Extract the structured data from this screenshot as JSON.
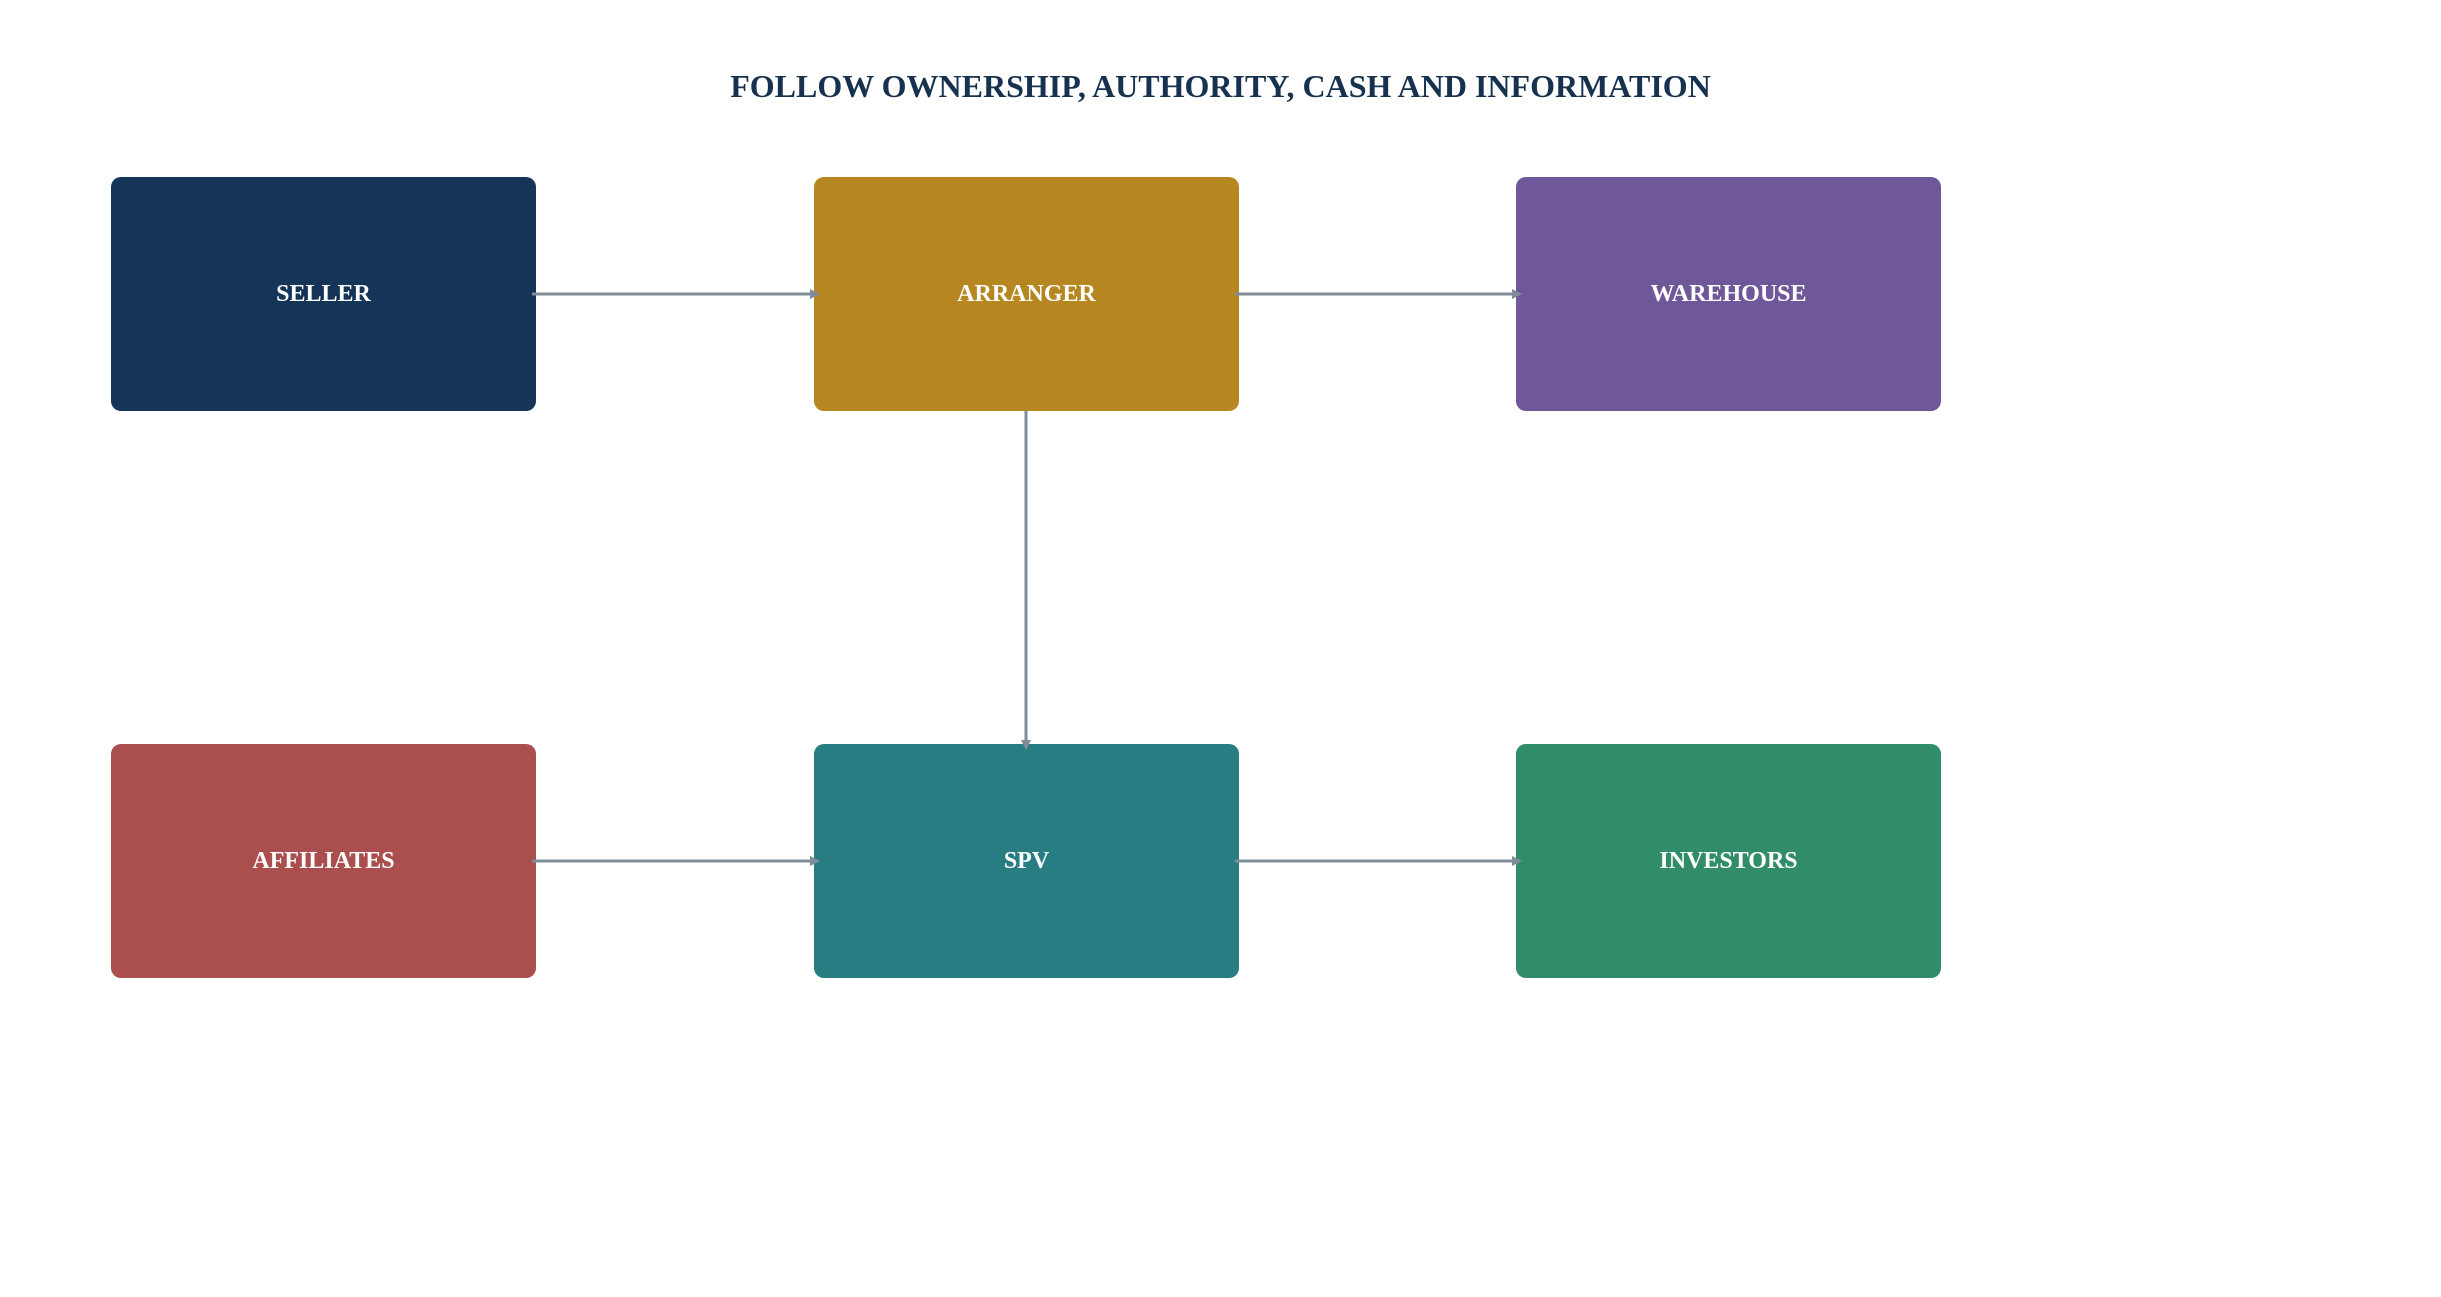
{
  "diagram": {
    "title": "FOLLOW OWNERSHIP, AUTHORITY, CASH AND INFORMATION",
    "nodes": [
      {
        "id": "seller",
        "label": "SELLER",
        "color": "#143557"
      },
      {
        "id": "arranger",
        "label": "ARRANGER",
        "color": "#b68721"
      },
      {
        "id": "warehouse",
        "label": "WAREHOUSE",
        "color": "#6f5899"
      },
      {
        "id": "affiliates",
        "label": "AFFILIATES",
        "color": "#ab4e4e"
      },
      {
        "id": "spv",
        "label": "SPV",
        "color": "#287d82"
      },
      {
        "id": "investors",
        "label": "INVESTORS",
        "color": "#318c69"
      }
    ],
    "edges": [
      {
        "from": "seller",
        "to": "arranger"
      },
      {
        "from": "arranger",
        "to": "warehouse"
      },
      {
        "from": "arranger",
        "to": "spv"
      },
      {
        "from": "affiliates",
        "to": "spv"
      },
      {
        "from": "spv",
        "to": "investors"
      }
    ],
    "edge_color": "#7f8c99",
    "title_color": "#16324f"
  }
}
